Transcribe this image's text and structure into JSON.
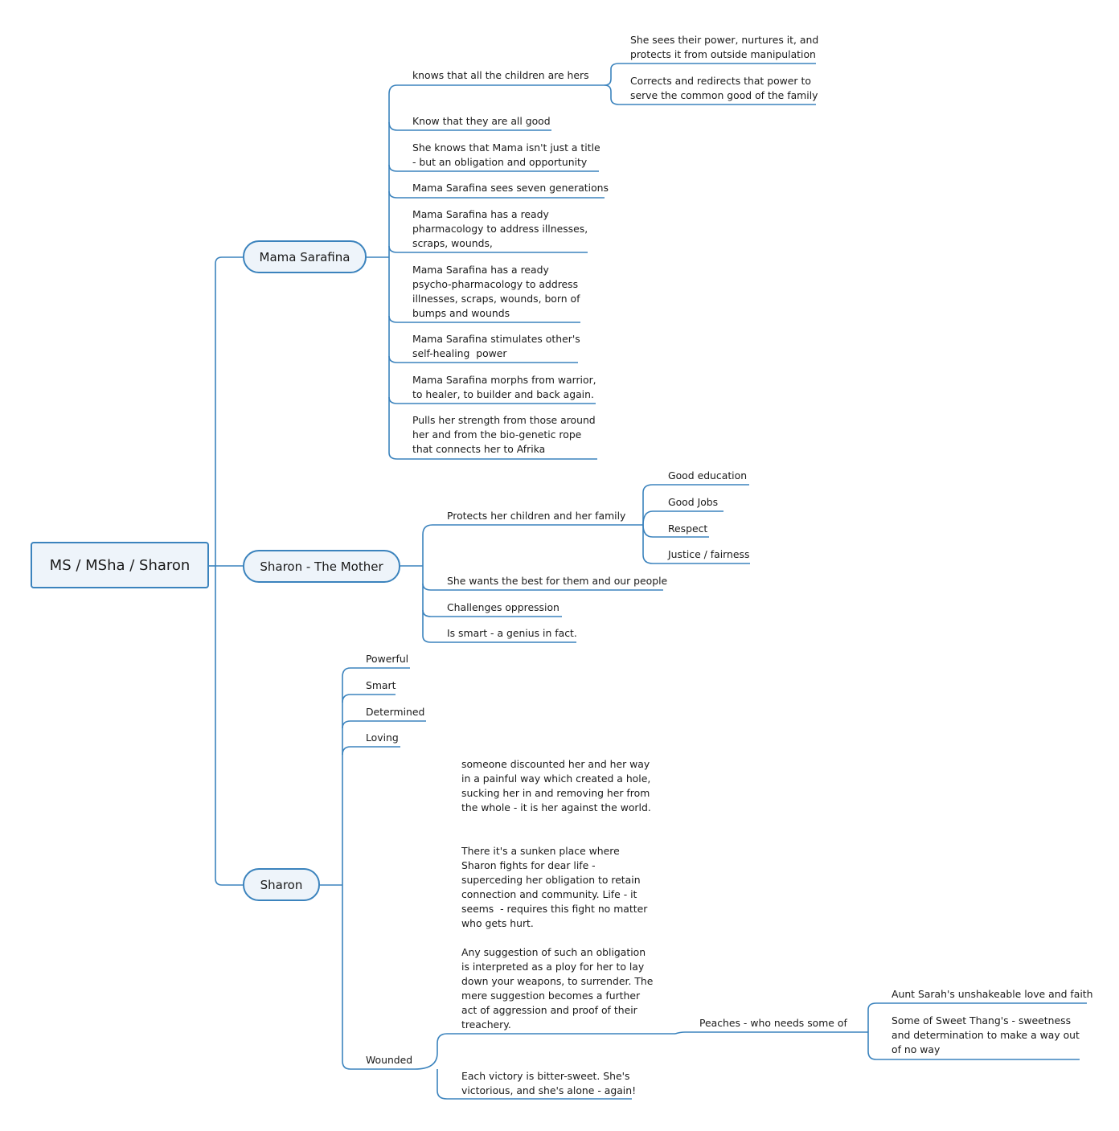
{
  "central": "MS / MSha / Sharon",
  "branches": {
    "mama": {
      "label": "Mama Sarafina",
      "items": [
        "knows that all the children are hers",
        "Know that they are all good",
        "She knows that Mama isn't just a title\n- but an obligation and opportunity",
        "Mama Sarafina sees seven generations",
        "Mama Sarafina has a ready\npharmacology to address illnesses,\nscraps, wounds,",
        "Mama Sarafina has a ready\npsycho-pharmacology to address\nillnesses, scraps, wounds, born of\nbumps and wounds",
        "Mama Sarafina stimulates other's\nself-healing  power",
        "Mama Sarafina morphs from warrior,\nto healer, to builder and back again.",
        "Pulls her strength from those around\nher and from the bio-genetic rope\nthat connects her to Afrika"
      ],
      "children_sub": [
        "She sees their power, nurtures it, and\nprotects it from outside manipulation",
        "Corrects and redirects that power to\nserve the common good of the family"
      ]
    },
    "mother": {
      "label": "Sharon - The Mother",
      "items": [
        "Protects her children and her family",
        "She wants the best for them and our people",
        "Challenges oppression",
        "Is smart - a genius in fact."
      ],
      "protects_sub": [
        "Good education",
        "Good Jobs",
        "Respect",
        "Justice / fairness"
      ]
    },
    "sharon": {
      "label": "Sharon",
      "items": [
        "Powerful",
        "Smart",
        "Determined",
        "Loving",
        "Wounded"
      ],
      "wounded_sub": [
        "someone discounted her and her way\nin a painful way which created a hole,\nsucking her in and removing her from\nthe whole - it is her against the world.",
        "There it's a sunken place where\nSharon fights for dear life -\nsuperceding her obligation to retain\nconnection and community. Life - it\nseems  - requires this fight no matter\nwho gets hurt.",
        "Any suggestion of such an obligation\nis interpreted as a ploy for her to lay\ndown your weapons, to surrender. The\nmere suggestion becomes a further\nact of aggression and proof of their\ntreachery.",
        "Each victory is bitter-sweet. She's\nvictorious, and she's alone - again!"
      ],
      "peaches": "Peaches - who needs some of",
      "peaches_sub": [
        "Aunt Sarah's unshakeable love and faith",
        "Some of Sweet Thang's - sweetness\nand determination to make a way out\nof no way"
      ]
    }
  },
  "colors": {
    "line": "#3b83bd",
    "node_fill": "#eef4fa"
  }
}
